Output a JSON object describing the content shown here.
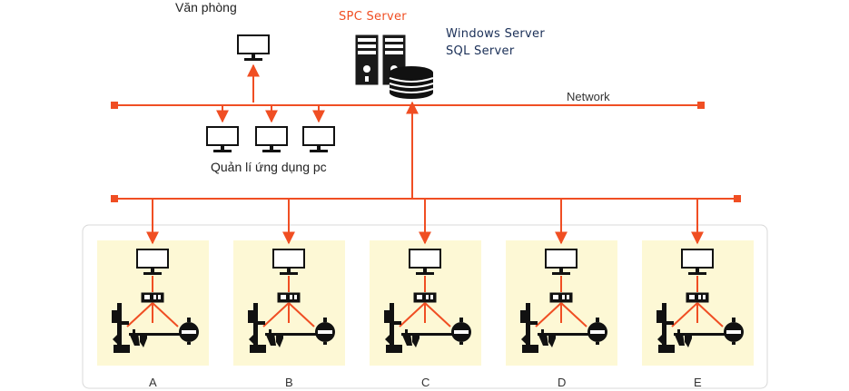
{
  "labels": {
    "office": "Văn phòng",
    "spc_server": "SPC Server",
    "server_os": "Windows Server",
    "server_db": "SQL Server",
    "network": "Network",
    "pc_management": "Quản lí ứng dụng pc"
  },
  "stations": [
    "A",
    "B",
    "C",
    "D",
    "E"
  ],
  "colors": {
    "accent": "#f04e23",
    "panel": "#fdf8d5",
    "ink": "#111111",
    "frame": "#d8d8d8"
  },
  "icons": {
    "monitor": "monitor-icon",
    "server": "server-tower-icon",
    "database": "database-icon",
    "hub": "data-hub-icon",
    "height_gauge": "height-gauge-icon",
    "caliper": "caliper-icon",
    "dial_gauge": "dial-indicator-icon"
  }
}
